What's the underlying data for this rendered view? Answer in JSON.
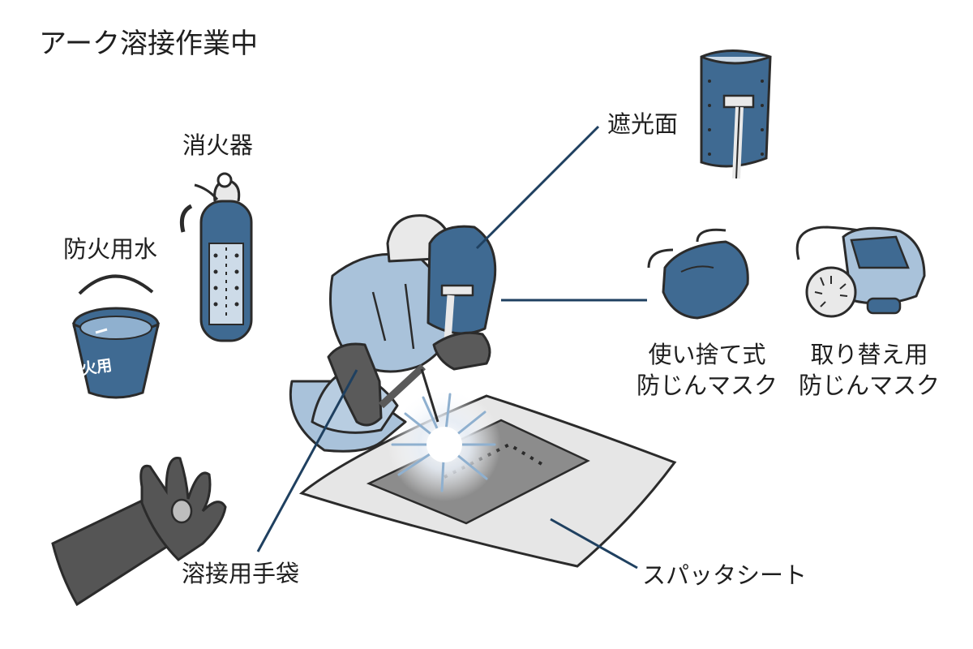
{
  "title": "アーク溶接作業中",
  "labels": {
    "extinguisher": "消火器",
    "bucket": "防火用水",
    "face_shield": "遮光面",
    "disposable_mask_line1": "使い捨て式",
    "disposable_mask_line2": "防じんマスク",
    "replaceable_mask_line1": "取り替え用",
    "replaceable_mask_line2": "防じんマスク",
    "gloves": "溶接用手袋",
    "spatter_sheet": "スパッタシート"
  },
  "bucket_text": "火用",
  "colors": {
    "outline": "#2b2b2b",
    "leader": "#1f4060",
    "navy": "#3f6a92",
    "light_blue": "#a9c2da",
    "pale_blue": "#cddbe8",
    "dark_glove": "#5a5a5a",
    "sheet": "#e7e7e7",
    "sheet_inner": "#8a8a8a"
  }
}
